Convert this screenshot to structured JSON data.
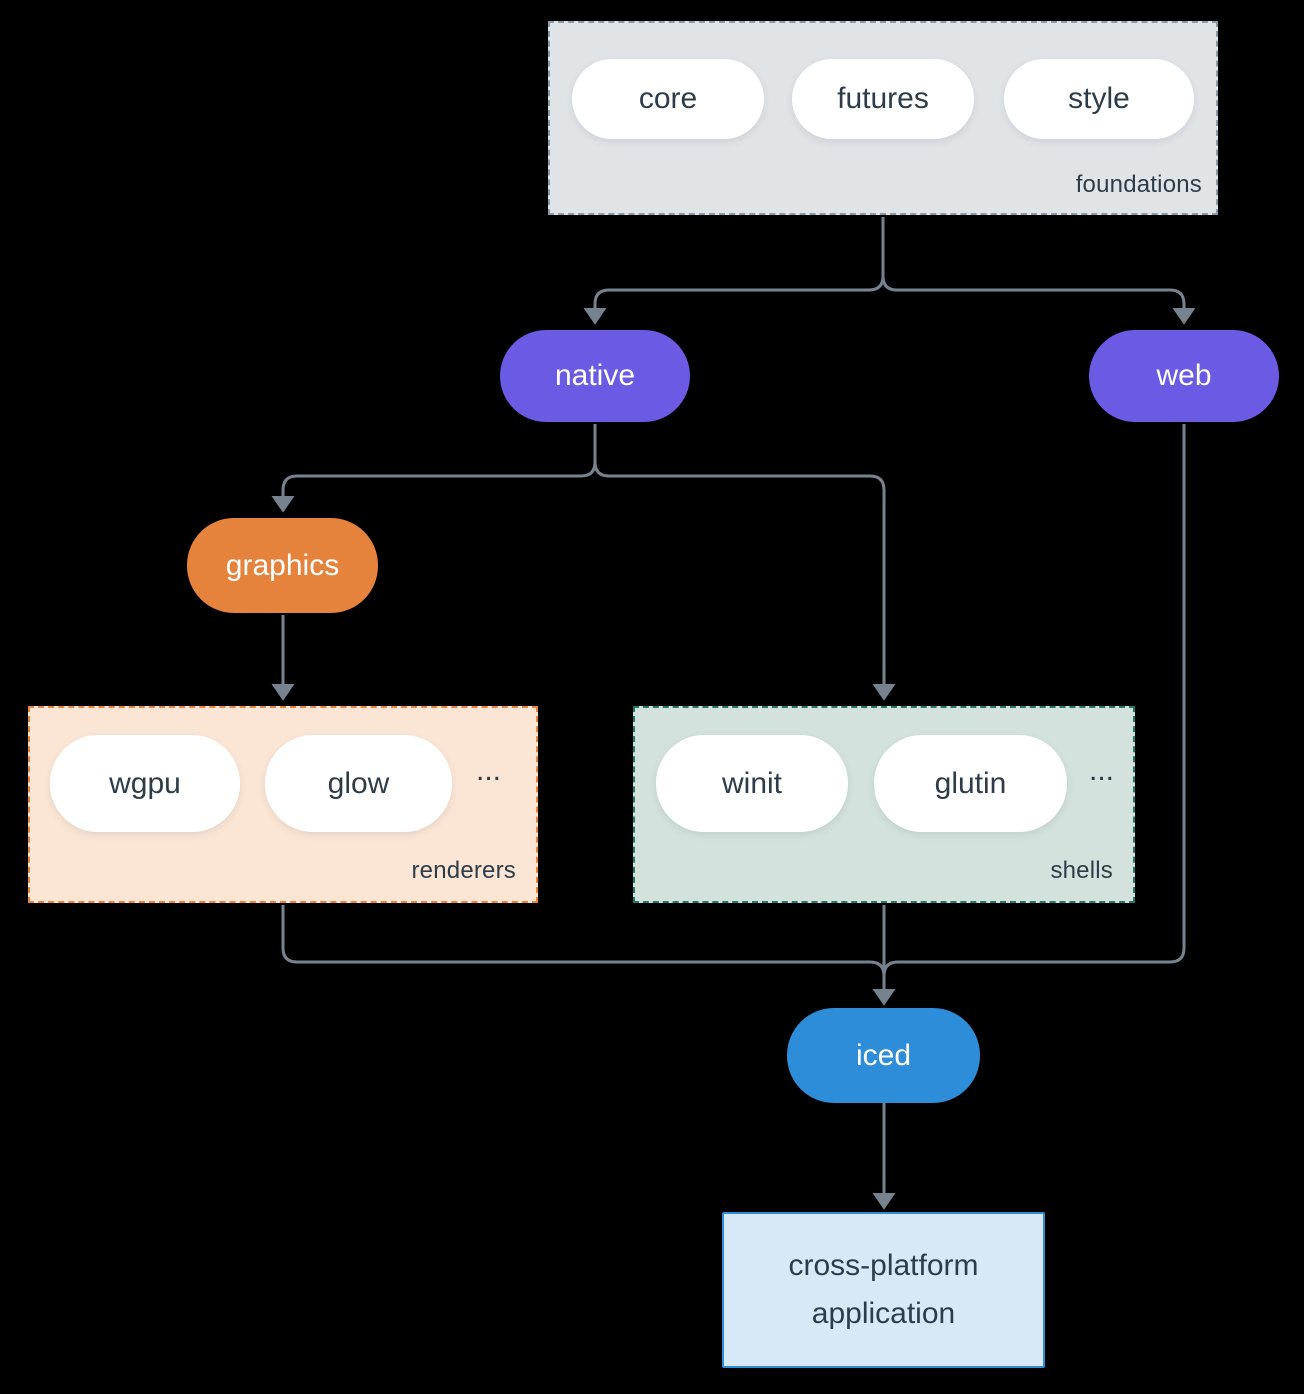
{
  "colors": {
    "background": "#000000",
    "connector": "#76838f",
    "text_dark": "#2e3c4a",
    "purple_pill": "#6a5ae4",
    "orange_pill": "#e5823c",
    "blue_pill": "#2e8dd9",
    "foundations_fill": "#e0e4e7",
    "foundations_border": "#8b9aa7",
    "renderers_fill": "#fbe6d6",
    "renderers_border": "#e8853a",
    "shells_fill": "#d3e2dc",
    "shells_border": "#22796a",
    "app_fill": "#d9e8f7",
    "app_border": "#2e8dd9",
    "inner_pill_fill": "#ffffff"
  },
  "foundations": {
    "label": "foundations",
    "items": [
      "core",
      "futures",
      "style"
    ]
  },
  "nodes": {
    "native": "native",
    "web": "web",
    "graphics": "graphics",
    "iced": "iced"
  },
  "renderers": {
    "label": "renderers",
    "items": [
      "wgpu",
      "glow"
    ],
    "more": "..."
  },
  "shells": {
    "label": "shells",
    "items": [
      "winit",
      "glutin"
    ],
    "more": "..."
  },
  "application": {
    "line1": "cross-platform",
    "line2": "application"
  }
}
